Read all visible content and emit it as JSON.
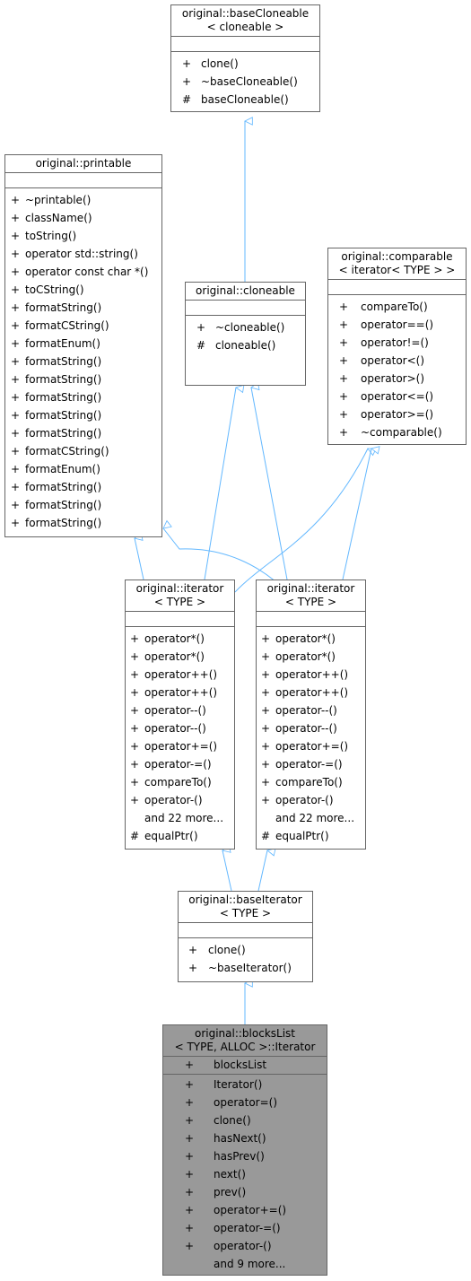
{
  "nodes": {
    "baseCloneable": {
      "title": [
        "original::baseCloneable",
        "< cloneable >"
      ],
      "members": [
        {
          "vis": "+",
          "name": "clone()"
        },
        {
          "vis": "+",
          "name": "~baseCloneable()"
        },
        {
          "vis": "#",
          "name": "baseCloneable()"
        }
      ]
    },
    "printable": {
      "title": [
        "original::printable"
      ],
      "members": [
        {
          "vis": "+",
          "name": "~printable()"
        },
        {
          "vis": "+",
          "name": "className()"
        },
        {
          "vis": "+",
          "name": "toString()"
        },
        {
          "vis": "+",
          "name": "operator std::string()"
        },
        {
          "vis": "+",
          "name": "operator const char *()"
        },
        {
          "vis": "+",
          "name": "toCString()"
        },
        {
          "vis": "+",
          "name": "formatString()"
        },
        {
          "vis": "+",
          "name": "formatCString()"
        },
        {
          "vis": "+",
          "name": "formatEnum()"
        },
        {
          "vis": "+",
          "name": "formatString()"
        },
        {
          "vis": "+",
          "name": "formatString()"
        },
        {
          "vis": "+",
          "name": "formatString()"
        },
        {
          "vis": "+",
          "name": "formatString()"
        },
        {
          "vis": "+",
          "name": "formatString()"
        },
        {
          "vis": "+",
          "name": "formatCString()"
        },
        {
          "vis": "+",
          "name": "formatEnum()"
        },
        {
          "vis": "+",
          "name": "formatString()"
        },
        {
          "vis": "+",
          "name": "formatString()"
        },
        {
          "vis": "+",
          "name": "formatString()"
        }
      ]
    },
    "comparable": {
      "title": [
        "original::comparable",
        "< iterator< TYPE > >"
      ],
      "members": [
        {
          "vis": "+",
          "name": "compareTo()"
        },
        {
          "vis": "+",
          "name": "operator==()"
        },
        {
          "vis": "+",
          "name": "operator!=()"
        },
        {
          "vis": "+",
          "name": "operator<()"
        },
        {
          "vis": "+",
          "name": "operator>()"
        },
        {
          "vis": "+",
          "name": "operator<=()"
        },
        {
          "vis": "+",
          "name": "operator>=()"
        },
        {
          "vis": "+",
          "name": "~comparable()"
        }
      ]
    },
    "cloneable": {
      "title": [
        "original::cloneable"
      ],
      "members": [
        {
          "vis": "+",
          "name": "~cloneable()"
        },
        {
          "vis": "#",
          "name": "cloneable()"
        }
      ]
    },
    "iteratorA": {
      "title": [
        "original::iterator",
        "< TYPE >"
      ],
      "members": [
        {
          "vis": "+",
          "name": "operator*()"
        },
        {
          "vis": "+",
          "name": "operator*()"
        },
        {
          "vis": "+",
          "name": "operator++()"
        },
        {
          "vis": "+",
          "name": "operator++()"
        },
        {
          "vis": "+",
          "name": "operator--()"
        },
        {
          "vis": "+",
          "name": "operator--()"
        },
        {
          "vis": "+",
          "name": "operator+=()"
        },
        {
          "vis": "+",
          "name": "operator-=()"
        },
        {
          "vis": "+",
          "name": "compareTo()"
        },
        {
          "vis": "+",
          "name": "operator-()"
        },
        {
          "vis": "",
          "name": "and 22 more..."
        },
        {
          "vis": "#",
          "name": "equalPtr()"
        }
      ]
    },
    "iteratorB": {
      "title": [
        "original::iterator",
        "< TYPE >"
      ],
      "members": [
        {
          "vis": "+",
          "name": "operator*()"
        },
        {
          "vis": "+",
          "name": "operator*()"
        },
        {
          "vis": "+",
          "name": "operator++()"
        },
        {
          "vis": "+",
          "name": "operator++()"
        },
        {
          "vis": "+",
          "name": "operator--()"
        },
        {
          "vis": "+",
          "name": "operator--()"
        },
        {
          "vis": "+",
          "name": "operator+=()"
        },
        {
          "vis": "+",
          "name": "operator-=()"
        },
        {
          "vis": "+",
          "name": "compareTo()"
        },
        {
          "vis": "+",
          "name": "operator-()"
        },
        {
          "vis": "",
          "name": "and 22 more..."
        },
        {
          "vis": "#",
          "name": "equalPtr()"
        }
      ]
    },
    "baseIterator": {
      "title": [
        "original::baseIterator",
        "< TYPE >"
      ],
      "members": [
        {
          "vis": "+",
          "name": "clone()"
        },
        {
          "vis": "+",
          "name": "~baseIterator()"
        }
      ]
    },
    "blocksListIterator": {
      "title": [
        "original::blocksList",
        "< TYPE, ALLOC >::Iterator"
      ],
      "attributes": [
        {
          "vis": "+",
          "name": "blocksList"
        }
      ],
      "members": [
        {
          "vis": "+",
          "name": "Iterator()"
        },
        {
          "vis": "+",
          "name": "operator=()"
        },
        {
          "vis": "+",
          "name": "clone()"
        },
        {
          "vis": "+",
          "name": "hasNext()"
        },
        {
          "vis": "+",
          "name": "hasPrev()"
        },
        {
          "vis": "+",
          "name": "next()"
        },
        {
          "vis": "+",
          "name": "prev()"
        },
        {
          "vis": "+",
          "name": "operator+=()"
        },
        {
          "vis": "+",
          "name": "operator-=()"
        },
        {
          "vis": "+",
          "name": "operator-()"
        },
        {
          "vis": "",
          "name": "and 9 more..."
        }
      ]
    }
  },
  "colors": {
    "edge": "#63b8ff",
    "border": "#666666",
    "highlight": "#999999"
  }
}
